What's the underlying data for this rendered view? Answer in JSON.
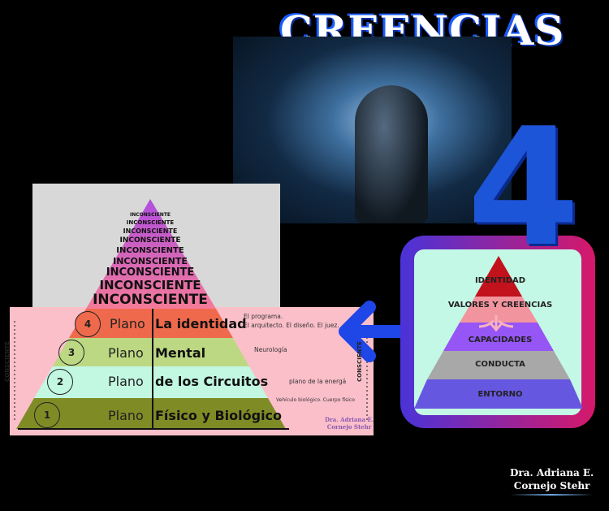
{
  "title": "CREENCIAS",
  "big_number": "4",
  "left_pyramid": {
    "unconscious_label": "INCONSCIENTE",
    "conscious_label": "CONSCIENTE",
    "levels": [
      {
        "number": "4",
        "plano": "Plano",
        "name": "La identidad",
        "note": [
          "El programa.",
          "El arquitecto. El diseño. El juez."
        ],
        "color": "#ef6a4c"
      },
      {
        "number": "3",
        "plano": "Plano",
        "name": "Mental",
        "note": [
          "Neurología"
        ],
        "color": "#bcd882"
      },
      {
        "number": "2",
        "plano": "Plano",
        "name": "de los Circuitos",
        "note": [
          "plano de la energá"
        ],
        "color": "#c2f7e2"
      },
      {
        "number": "1",
        "plano": "Plano",
        "name": "Físico y Biológico",
        "note": [
          "Vehículo biológico. Cuerpo físico"
        ],
        "color": "#7f8c26"
      }
    ],
    "signature": [
      "Dra. Adriana E.",
      "Cornejo Stehr"
    ]
  },
  "right_pyramid": {
    "levels": [
      {
        "label": "IDENTIDAD",
        "color": "#c2121c"
      },
      {
        "label": "VALORES  Y CREENCIAS",
        "color": "#f2949e"
      },
      {
        "label": "CAPACIDADES",
        "color": "#9655f5"
      },
      {
        "label": "CONDUCTA",
        "color": "#a8a8a8"
      },
      {
        "label": "ENTORNO",
        "color": "#6657e0"
      }
    ]
  },
  "footer_signature": [
    "Dra. Adriana E.",
    "Cornejo Stehr"
  ]
}
